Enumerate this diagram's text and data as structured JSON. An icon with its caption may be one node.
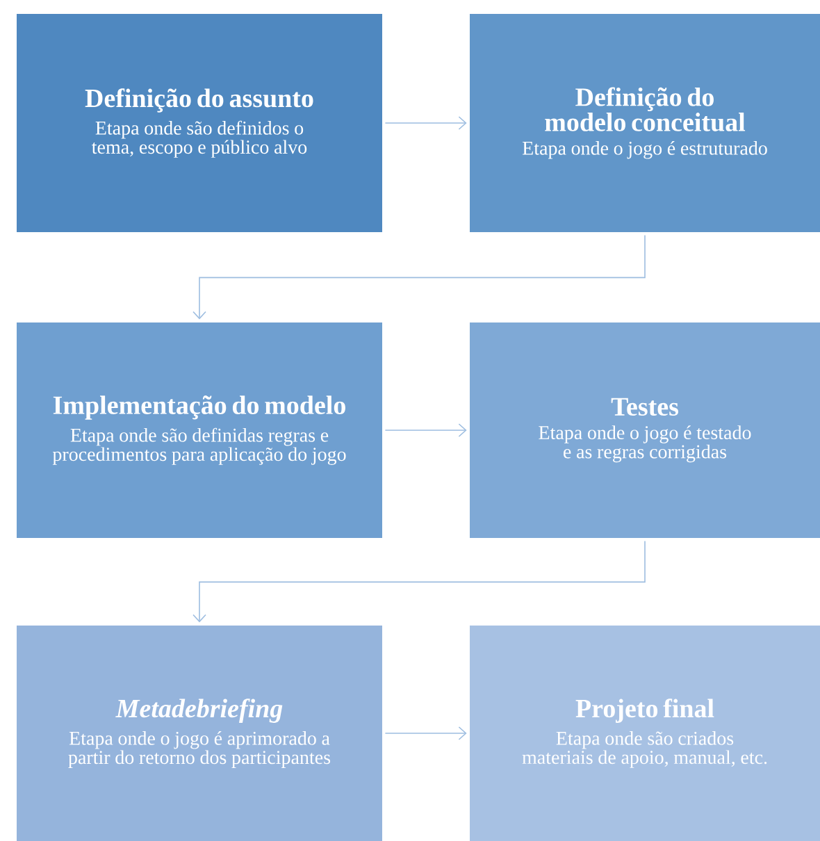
{
  "diagram": {
    "nodes": [
      {
        "text": [
          "Definição do assunto",
          "Etapa onde são definidos o tema, escopo e público alvo"
        ]
      },
      {
        "text": [
          "Definição do modelo conceitual",
          "Etapa onde o jogo é estruturado"
        ]
      },
      {
        "text": [
          "Implementação do modelo",
          "Etapa onde são definidas regras e procedimentos para aplicação do jogo"
        ]
      },
      {
        "text": [
          "Testes",
          "Etapa onde o jogo é testado e as regras corrigidas"
        ]
      },
      {
        "text": [
          "Metadebriefing",
          "Etapa onde o jogo é aprimorado a partir do retorno dos participantes"
        ]
      },
      {
        "text": [
          "Projeto final",
          "Etapa onde são criados materiais de apoio, manual, etc."
        ]
      }
    ],
    "edges": [
      {
        "from": 0,
        "to": 1,
        "arrow": "to"
      },
      {
        "from": 1,
        "to": 2,
        "arrow": "to"
      },
      {
        "from": 2,
        "to": 3,
        "arrow": "to"
      },
      {
        "from": 3,
        "to": 4,
        "arrow": "to"
      },
      {
        "from": 4,
        "to": 5,
        "arrow": "to"
      }
    ]
  }
}
